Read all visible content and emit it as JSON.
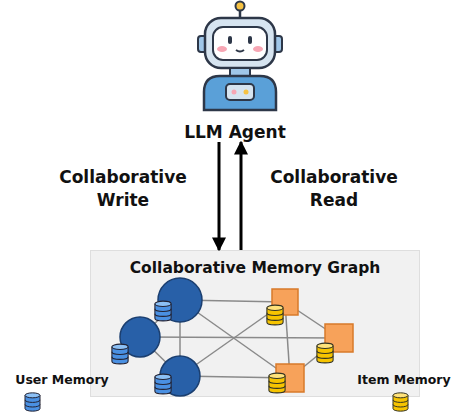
{
  "diagram": {
    "nodes": [
      {
        "text": [
          "LLM Agent"
        ]
      },
      {
        "text": [
          "Collaborative Memory Graph"
        ]
      }
    ],
    "edges": [
      {
        "from": 0,
        "to": 1,
        "arrow": "to",
        "label": "Collaborative Write"
      },
      {
        "from": 1,
        "to": 0,
        "arrow": "to",
        "label": "Collaborative Read"
      }
    ],
    "legend": [
      {
        "text": "User Memory"
      },
      {
        "text": "Item Memory"
      }
    ]
  }
}
